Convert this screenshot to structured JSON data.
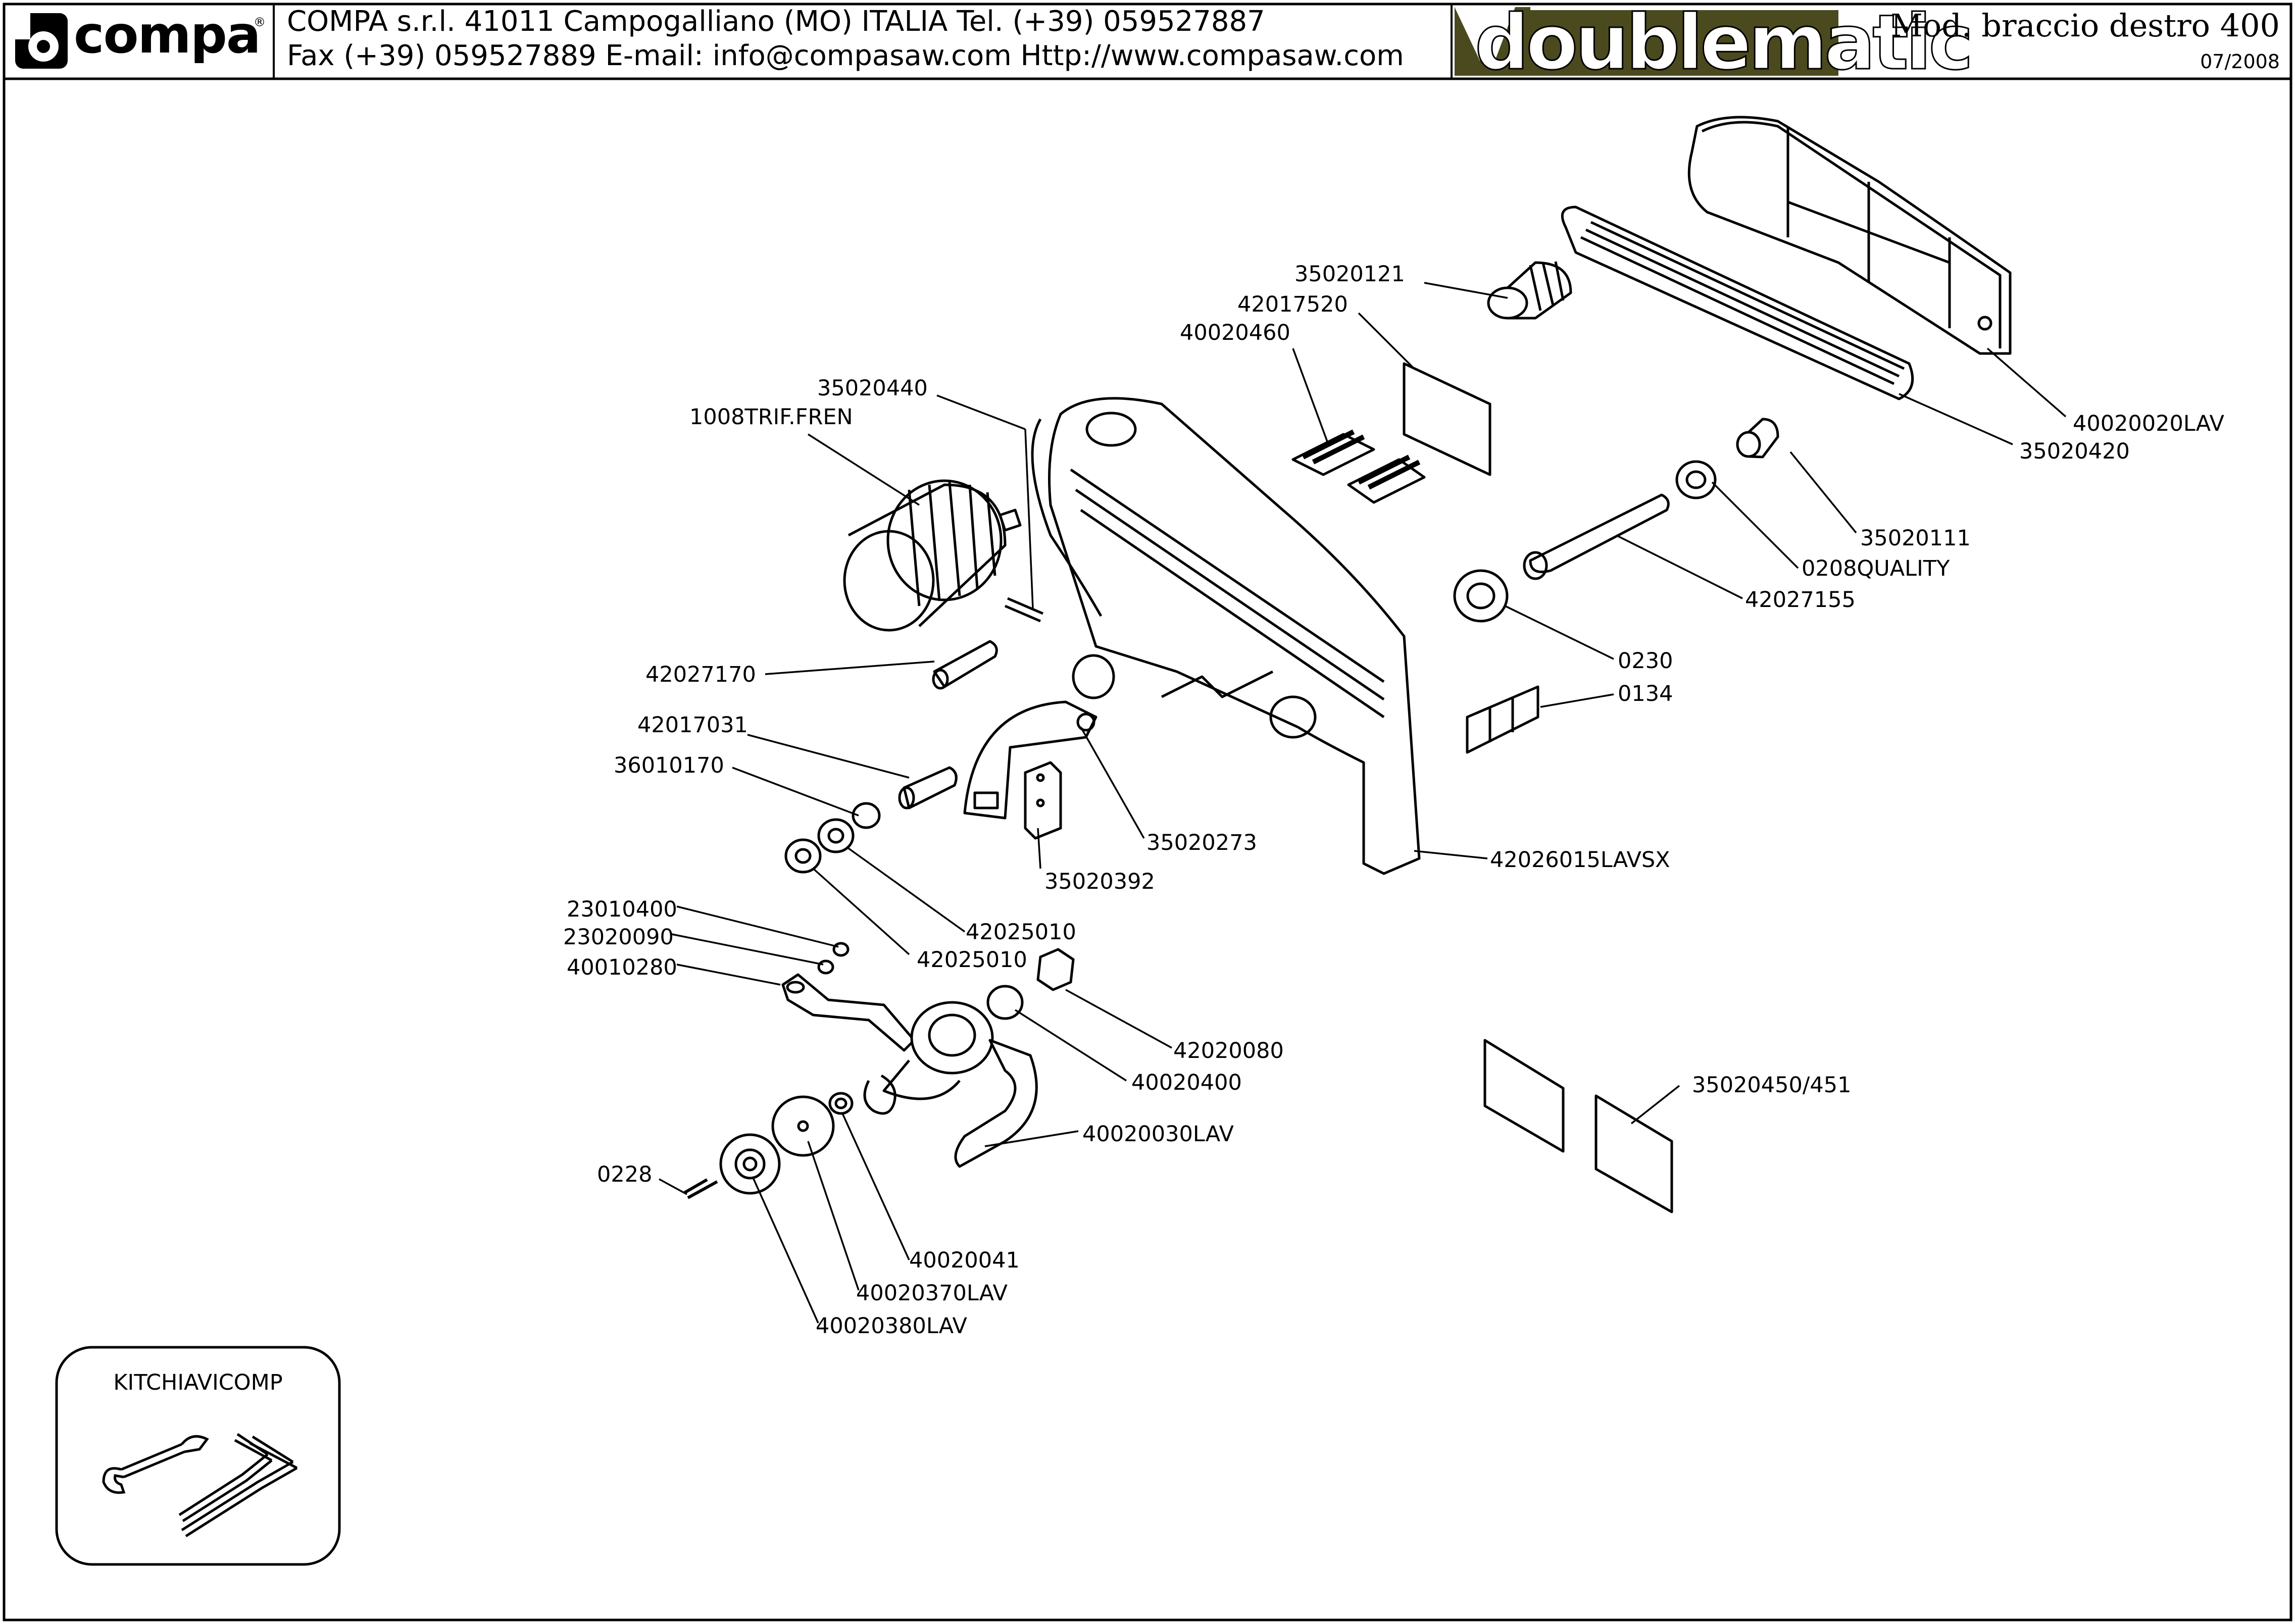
{
  "header": {
    "logo_text": "compa",
    "company_line_1": "COMPA s.r.l. 41011 Campogalliano (MO) ITALIA Tel. (+39) 059527887",
    "company_line_2": "Fax (+39) 059527889 E-mail: info@compasaw.com Http://www.compasaw.com",
    "brand": "doublematic",
    "model": "Mod. braccio destro 400",
    "date": "07/2008"
  },
  "parts": [
    {
      "code": "35020121"
    },
    {
      "code": "42017520"
    },
    {
      "code": "40020460"
    },
    {
      "code": "35020440"
    },
    {
      "code": "1008TRIF.FREN"
    },
    {
      "code": "40020020LAV"
    },
    {
      "code": "35020420"
    },
    {
      "code": "35020111"
    },
    {
      "code": "0208QUALITY"
    },
    {
      "code": "42027155"
    },
    {
      "code": "0230"
    },
    {
      "code": "0134"
    },
    {
      "code": "42027170"
    },
    {
      "code": "42017031"
    },
    {
      "code": "36010170"
    },
    {
      "code": "35020273"
    },
    {
      "code": "35020392"
    },
    {
      "code": "42026015LAVSX"
    },
    {
      "code": "42025010"
    },
    {
      "code": "42025010"
    },
    {
      "code": "23010400"
    },
    {
      "code": "23020090"
    },
    {
      "code": "40010280"
    },
    {
      "code": "42020080"
    },
    {
      "code": "40020400"
    },
    {
      "code": "35020450/451"
    },
    {
      "code": "40020030LAV"
    },
    {
      "code": "0228"
    },
    {
      "code": "40020041"
    },
    {
      "code": "40020370LAV"
    },
    {
      "code": "40020380LAV"
    }
  ],
  "kit": {
    "title": "KITCHIAVICOMP"
  },
  "colors": {
    "line": "#000000",
    "brand_fill": "#4a4a1e",
    "background": "#ffffff"
  }
}
